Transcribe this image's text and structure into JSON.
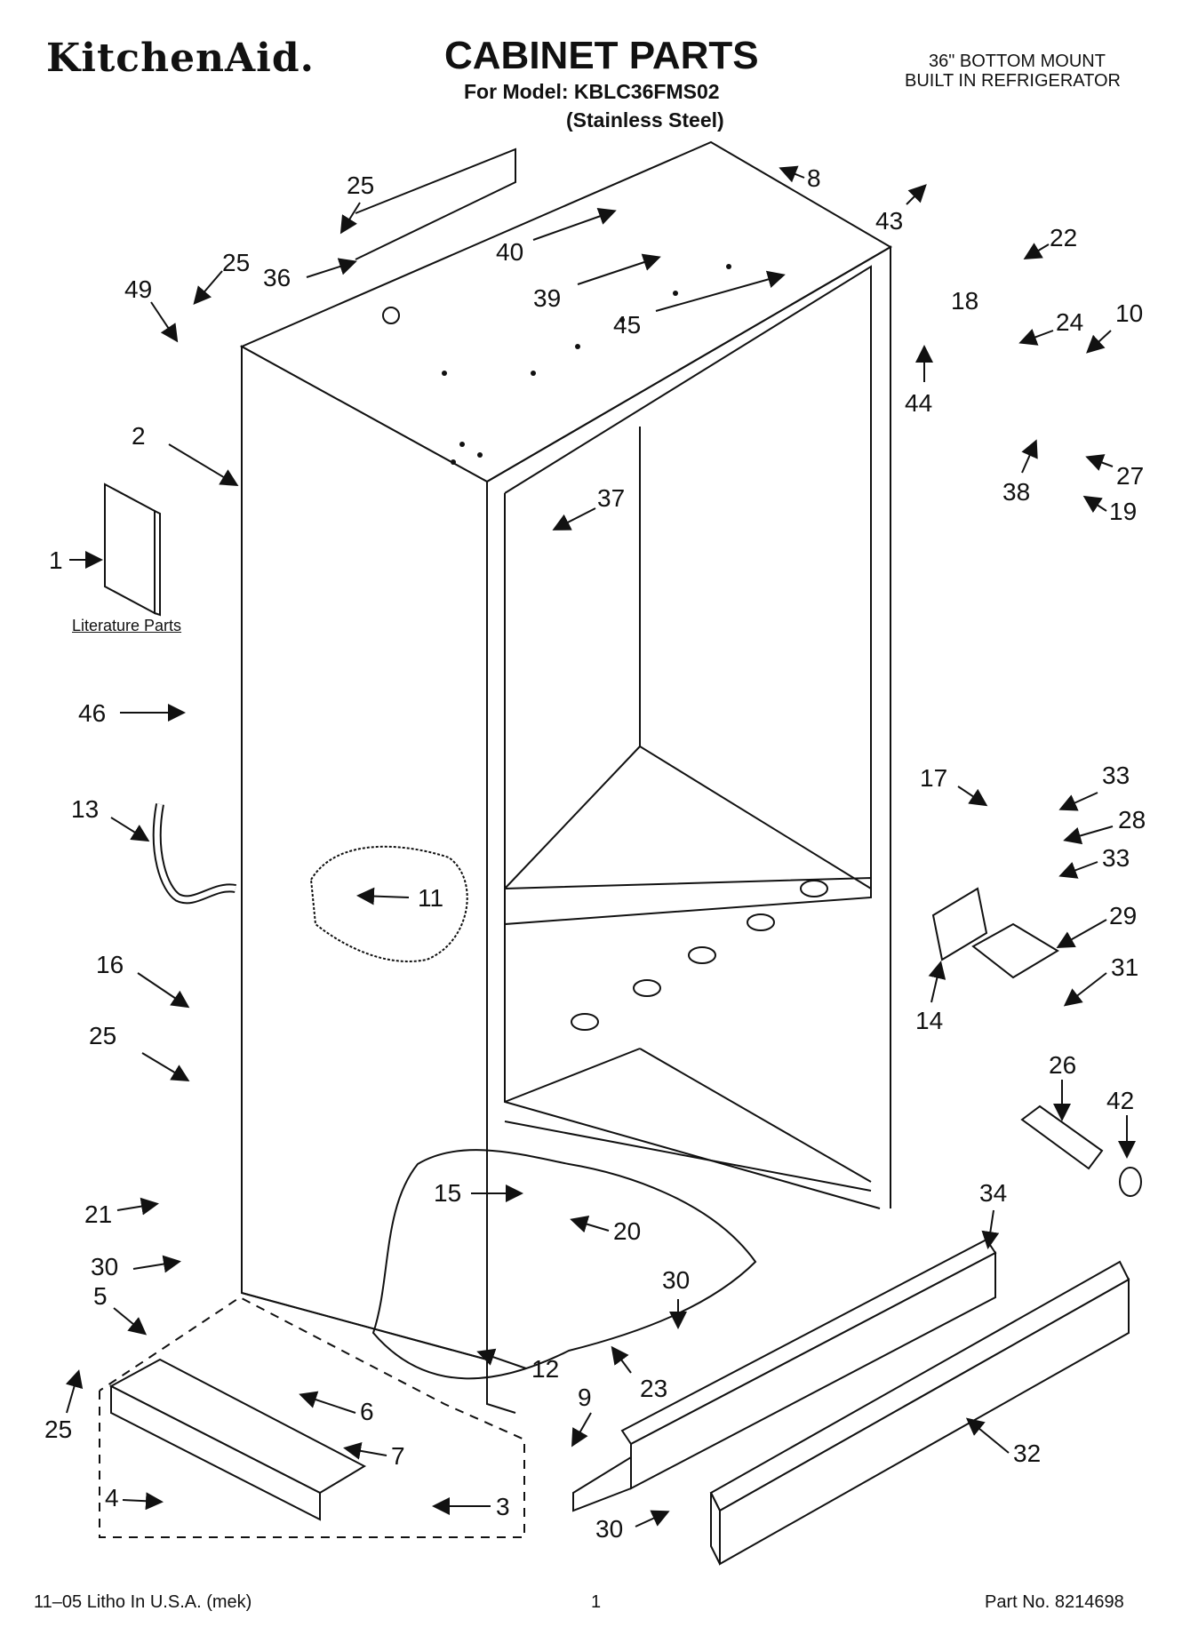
{
  "header": {
    "brand": "KitchenAid.",
    "title": "CABINET PARTS",
    "model_line": "For Model: KBLC36FMS02",
    "finish": "(Stainless Steel)",
    "desc_line1": "36\" BOTTOM MOUNT",
    "desc_line2": "BUILT IN REFRIGERATOR"
  },
  "literature_label": "Literature Parts",
  "callouts": [
    "25",
    "49",
    "25",
    "36",
    "40",
    "39",
    "45",
    "8",
    "43",
    "18",
    "22",
    "24",
    "10",
    "44",
    "38",
    "27",
    "19",
    "2",
    "37",
    "1",
    "46",
    "13",
    "11",
    "17",
    "33",
    "28",
    "33",
    "29",
    "14",
    "31",
    "16",
    "25",
    "26",
    "42",
    "21",
    "30",
    "15",
    "20",
    "30",
    "34",
    "5",
    "25",
    "6",
    "7",
    "12",
    "23",
    "9",
    "4",
    "3",
    "30",
    "32"
  ],
  "footer": {
    "left": "11–05 Litho In U.S.A. (mek)",
    "center": "1",
    "right": "Part No. 8214698"
  }
}
